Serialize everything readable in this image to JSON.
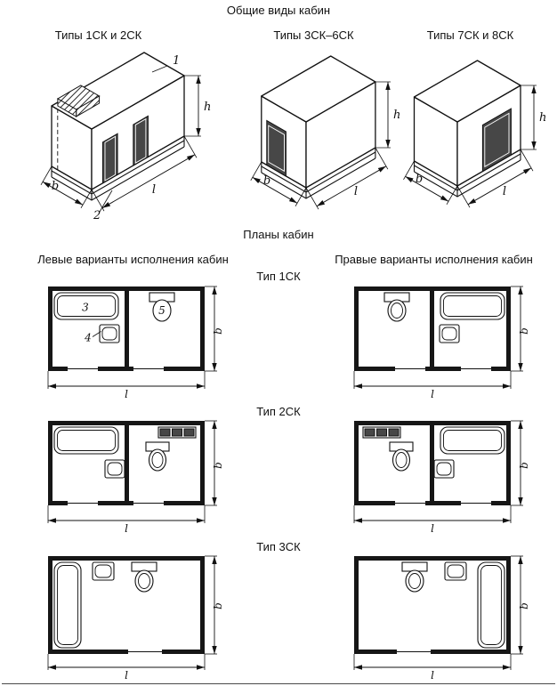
{
  "headings": {
    "general_views": "Общие виды кабин",
    "plans": "Планы кабин",
    "left_variants": "Левые варианты исполнения кабин",
    "right_variants": "Правые варианты исполнения кабин"
  },
  "iso_titles": {
    "v1": "Типы 1СК и 2СК",
    "v2": "Типы 3СК–6СК",
    "v3": "Типы 7СК и 8СК"
  },
  "plan_titles": {
    "r1": "Тип 1СК",
    "r2": "Тип 2СК",
    "r3": "Тип 3СК"
  },
  "dims": {
    "h": "h",
    "b": "b",
    "l": "l"
  },
  "callouts": {
    "c1": "1",
    "c2": "2",
    "c3": "3",
    "c4": "4",
    "c5": "5"
  },
  "colors": {
    "line": "#111111",
    "dark_fill": "#474747",
    "background": "#ffffff"
  }
}
